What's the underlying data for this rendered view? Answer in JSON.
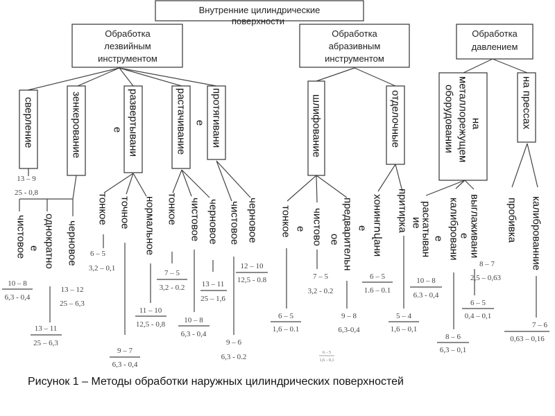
{
  "title": [
    "Внутренние цилиндрические",
    "поверхности"
  ],
  "groups": [
    {
      "lines": [
        "Обработка",
        "лезвийным",
        "инструментом"
      ]
    },
    {
      "lines": [
        "Обработка",
        "абразивным",
        "инструментом"
      ]
    },
    {
      "lines": [
        "Обработка",
        "давлением"
      ]
    }
  ],
  "methods": {
    "sverlenie": "сверление",
    "zenkerovanie": "зенкерование",
    "razvert": "развертывани",
    "razvert_e": "е",
    "rastach": "растачивание",
    "protyag": "протягивани",
    "protyag_e": "е",
    "shlif": "шлифование",
    "otdel": "отделочные",
    "metal": [
      "на",
      "металлорежущем",
      "оборудовании"
    ],
    "press": "на прессах"
  },
  "leaves": {
    "sverlenie_vals": [
      "13 – 9",
      "25 - 0,8"
    ],
    "z_chist": {
      "label": "чистовое",
      "top": "10 – 8",
      "bottom": "6,3 - 0,4"
    },
    "z_odno": {
      "label": "однократно",
      "suffix": "е",
      "top": "13 – 11",
      "bottom": "25 – 6,3"
    },
    "z_chern": {
      "label": "черновое",
      "top": "13 – 12",
      "bottom": "25 – 6,3"
    },
    "r_tonk": {
      "label": "тонкое",
      "top": "6 – 5",
      "bottom": "3,2 – 0,1"
    },
    "r_tochn": {
      "label": "точное",
      "top": "9 – 7",
      "bottom": "6,3 - 0,4"
    },
    "r_norm": {
      "label": "нормальное",
      "top": "11 – 10",
      "bottom": "12,5 - 0,8"
    },
    "ra_tonk": {
      "label": "тонкое",
      "top": "7 – 5",
      "bottom": "3,2 - 0.2"
    },
    "ra_chist": {
      "label": "чистовое",
      "top": "10 – 8",
      "bottom": "6,3 - 0,4"
    },
    "ra_chern": {
      "label": "черновое",
      "top": "13 – 11",
      "bottom": "25 – 1,6"
    },
    "p_chist": {
      "label": "чистовое",
      "top": "9 – 6",
      "bottom": "6,3 - 0.2"
    },
    "p_chern": {
      "label": "черновое",
      "top": "12 – 10",
      "bottom": "12,5 - 0.8"
    },
    "s_tonk": {
      "label": "тонкое",
      "top": "6 – 5",
      "bottom": "1,6 – 0.1"
    },
    "s_chist": {
      "label": "чистово",
      "suffix": "е",
      "top": "7 – 5",
      "bottom": "3,2 - 0.2"
    },
    "s_pred": {
      "label": "предварительн",
      "suffix": "ое",
      "top": "9 – 8",
      "bottom": "6,3-0,4"
    },
    "s_small": {
      "top": "6 – 5",
      "bottom": "1,6 – 0,1"
    },
    "o_hon": {
      "label": "хонингովани",
      "suffix": "е",
      "top": "6 – 5",
      "bottom": "1.6 – 0.1"
    },
    "o_prit": {
      "label": "притирка",
      "suffix": "ие",
      "top": "5 – 4",
      "bottom": "1,6 – 0,1"
    },
    "m_rask": {
      "label": "раскатыван",
      "suffix": "е",
      "top": "10 – 8",
      "bottom": "6.3 - 0,4"
    },
    "m_kalib": {
      "label": "калибровани",
      "suffix": "е",
      "top": "8 – 6",
      "bottom": "6,3 – 0,1"
    },
    "m_vygl": {
      "label": "выглаживани",
      "top": "6 – 5",
      "bottom": "0,4 – 0,1"
    },
    "pr_prob": {
      "label": "пробивка",
      "top": "8 – 7",
      "bottom": "2,5 – 0,63"
    },
    "pr_kalib": {
      "label": "калиброванние",
      "top": "7 – 6",
      "bottom": "0,63 – 0,16"
    }
  },
  "caption": "Рисунок 1 – Методы обработки наружных цилиндрических поверхностей"
}
